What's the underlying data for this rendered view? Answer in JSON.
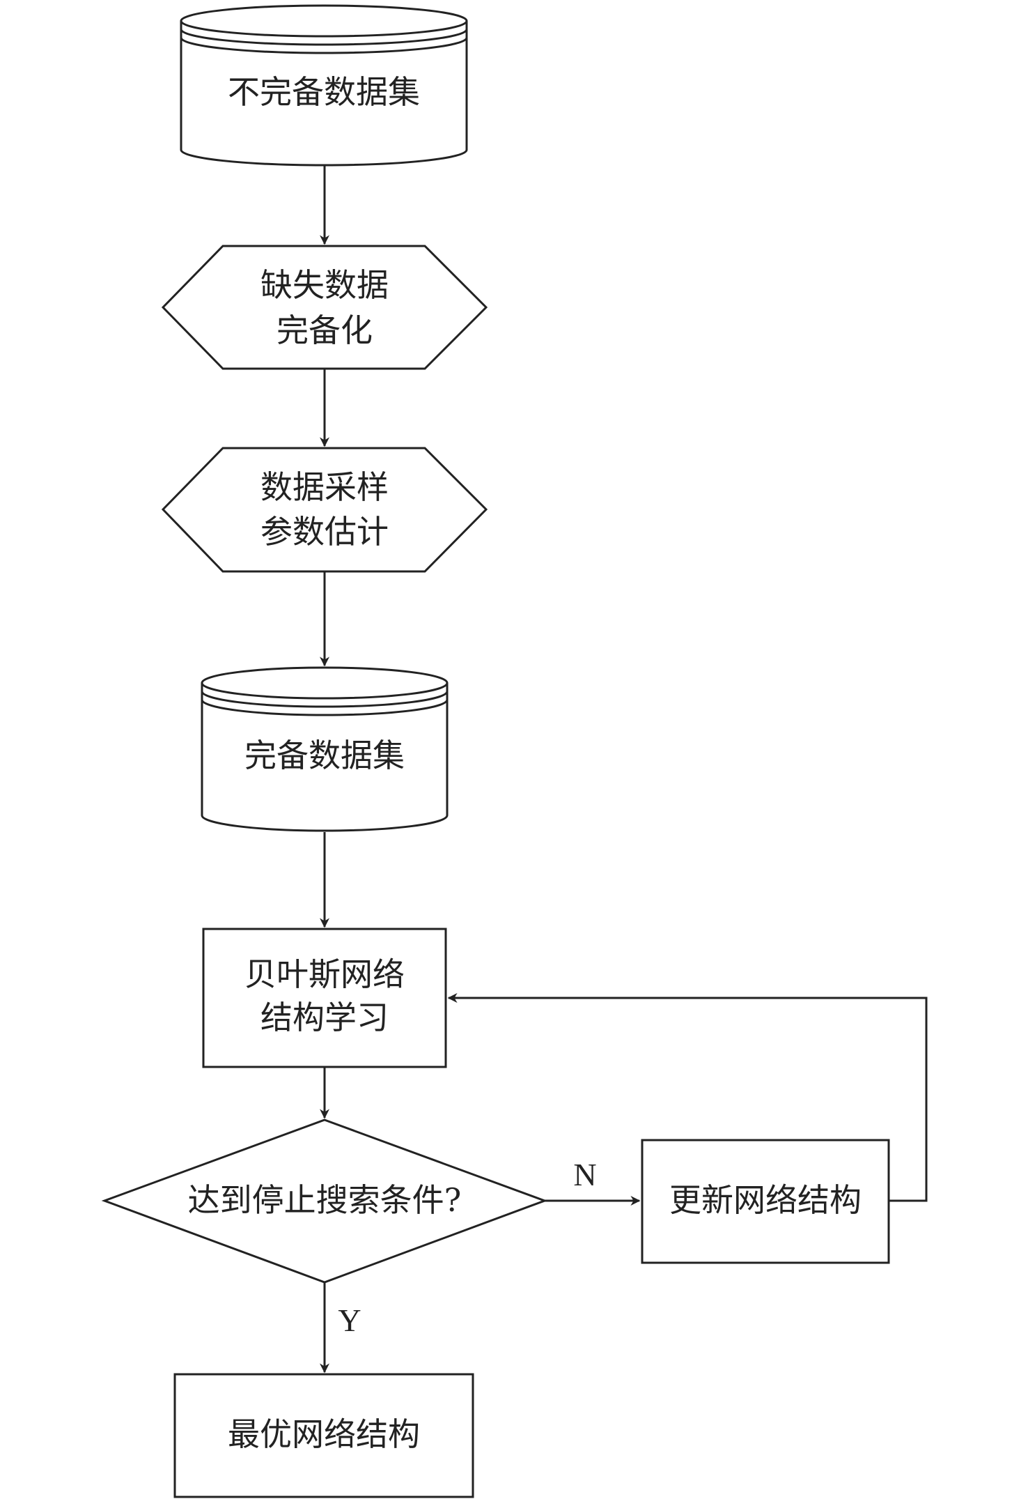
{
  "diagram": {
    "type": "flowchart",
    "nodes": {
      "incomplete_dataset": {
        "shape": "database",
        "lines": [
          "不完备数据集"
        ]
      },
      "missing_data_completion": {
        "shape": "hexagon",
        "lines": [
          "缺失数据",
          "完备化"
        ]
      },
      "sampling_estimation": {
        "shape": "hexagon",
        "lines": [
          "数据采样",
          "参数估计"
        ]
      },
      "complete_dataset": {
        "shape": "database",
        "lines": [
          "完备数据集"
        ]
      },
      "structure_learning": {
        "shape": "rectangle",
        "lines": [
          "贝叶斯网络",
          "结构学习"
        ]
      },
      "stop_condition": {
        "shape": "diamond",
        "lines": [
          "达到停止搜索条件?"
        ]
      },
      "update_structure": {
        "shape": "rectangle",
        "lines": [
          "更新网络结构"
        ]
      },
      "optimal_structure": {
        "shape": "rectangle",
        "lines": [
          "最优网络结构"
        ]
      }
    },
    "edges": {
      "no_label": "N",
      "yes_label": "Y"
    },
    "colors": {
      "stroke": "#222222",
      "fill": "#ffffff",
      "background": "#ffffff"
    }
  }
}
